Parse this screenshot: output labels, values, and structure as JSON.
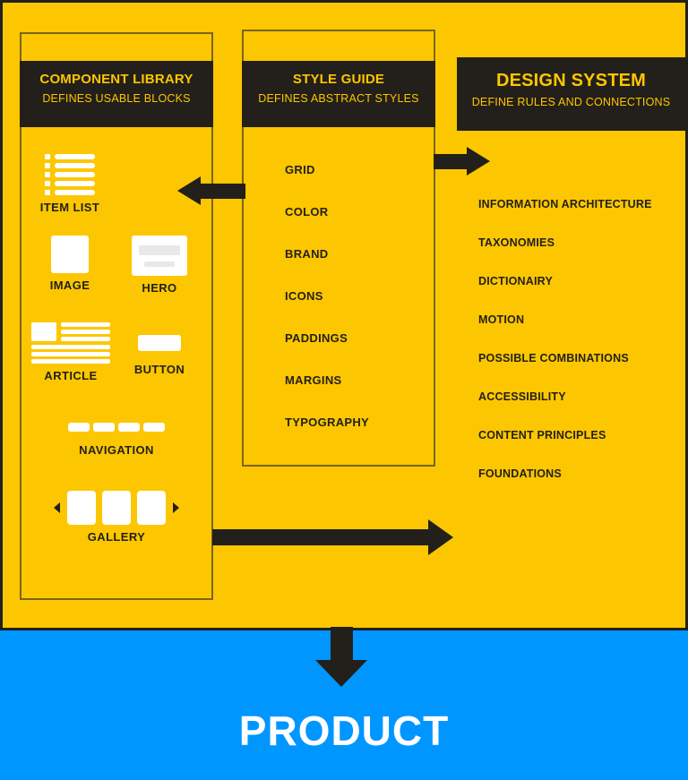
{
  "diagram": {
    "colors": {
      "yellow": "#FCC700",
      "blue": "#0096FF",
      "dark": "#231F1A",
      "white": "#FFFFFF"
    },
    "component_library": {
      "title": "COMPONENT LIBRARY",
      "subtitle": "DEFINES USABLE BLOCKS",
      "tiles": [
        {
          "label": "ITEM LIST",
          "icon": "item-list-icon"
        },
        {
          "label": "IMAGE",
          "icon": "image-placeholder-icon"
        },
        {
          "label": "HERO",
          "icon": "hero-card-icon"
        },
        {
          "label": "ARTICLE",
          "icon": "article-layout-icon"
        },
        {
          "label": "BUTTON",
          "icon": "button-icon"
        },
        {
          "label": "NAVIGATION",
          "icon": "navigation-bar-icon"
        },
        {
          "label": "GALLERY",
          "icon": "gallery-carousel-icon"
        }
      ]
    },
    "style_guide": {
      "title": "STYLE GUIDE",
      "subtitle": "DEFINES ABSTRACT STYLES",
      "items": [
        "GRID",
        "COLOR",
        "BRAND",
        "ICONS",
        "PADDINGS",
        "MARGINS",
        "TYPOGRAPHY"
      ]
    },
    "design_system": {
      "title": "DESIGN SYSTEM",
      "subtitle": "DEFINE RULES AND CONNECTIONS",
      "items": [
        "INFORMATION ARCHITECTURE",
        "TAXONOMIES",
        "DICTIONAIRY",
        "MOTION",
        "POSSIBLE COMBINATIONS",
        "ACCESSIBILITY",
        "CONTENT PRINCIPLES",
        "FOUNDATIONS"
      ]
    },
    "product": {
      "label": "PRODUCT"
    }
  }
}
